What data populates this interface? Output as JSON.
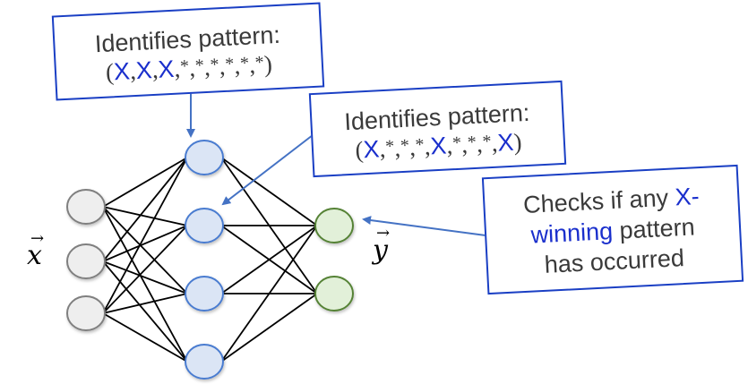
{
  "diagram": {
    "type": "neural-network",
    "layers": [
      {
        "name": "input",
        "count": 3,
        "fill": "#eeeeee",
        "stroke": "#7f7f7f"
      },
      {
        "name": "hidden",
        "count": 4,
        "fill": "#dbe5f5",
        "stroke": "#4a7bd0"
      },
      {
        "name": "output",
        "count": 2,
        "fill": "#e2f0d9",
        "stroke": "#548235"
      }
    ],
    "connections": "fully-connected",
    "edge_color": "#000000",
    "arrow_color": "#4472c4",
    "input_label": "x",
    "output_label": "y"
  },
  "callouts": [
    {
      "id": "callout-1",
      "title": "Identifies pattern:",
      "pattern": [
        "X",
        "X",
        "X",
        "*",
        "*",
        "*",
        "*",
        "*",
        "*"
      ],
      "points_to": "hidden-node-1"
    },
    {
      "id": "callout-2",
      "title": "Identifies pattern:",
      "pattern": [
        "X",
        "*",
        "*",
        "*",
        "X",
        "*",
        "*",
        "*",
        "X"
      ],
      "points_to": "hidden-node-2"
    },
    {
      "id": "callout-3",
      "line1_plain": "Checks if any ",
      "line1_blue": "X-",
      "line2_blue": "winning",
      "line2_plain": " pattern",
      "line3": "has occurred",
      "points_to": "output-node-1"
    }
  ],
  "colors": {
    "callout_border": "#1a3fc4",
    "highlight_text": "#1a2fcc",
    "body_text": "#3a3a3a"
  }
}
